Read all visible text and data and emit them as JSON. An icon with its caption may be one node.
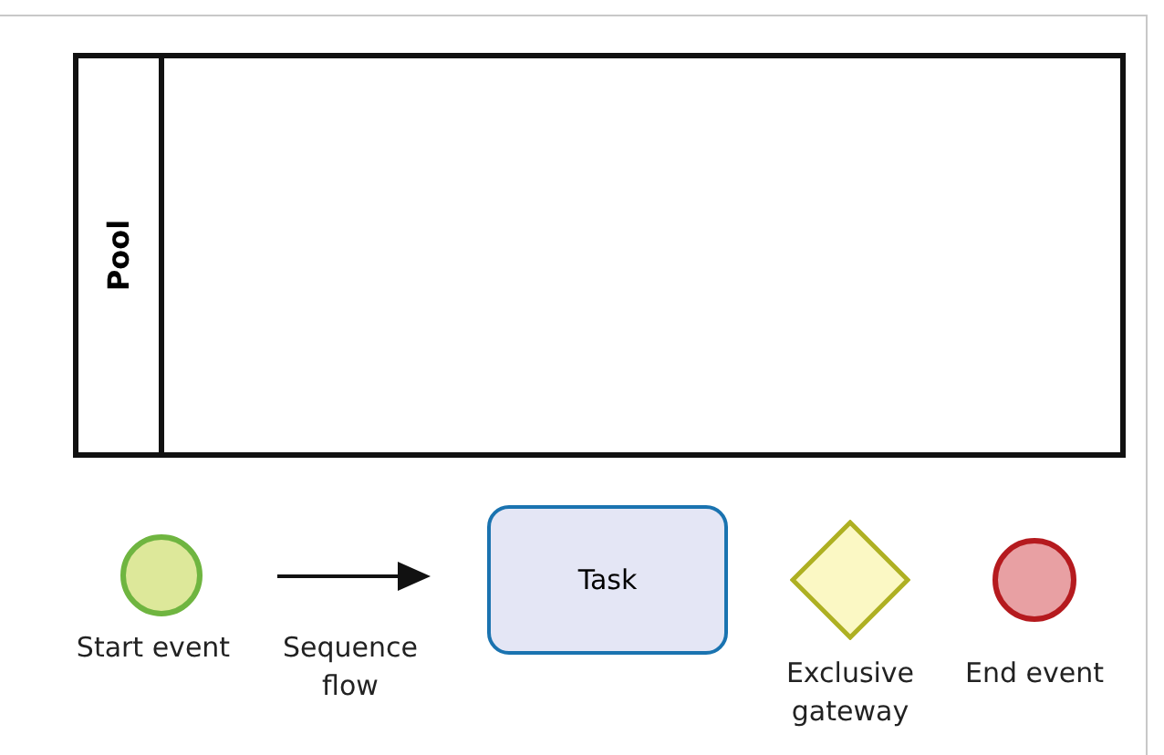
{
  "diagram": {
    "nodes": [
      {
        "text": [
          "Pool"
        ]
      },
      {
        "text": [],
        "shape": "circle",
        "beside": [
          "Start event"
        ]
      },
      {
        "text": [
          "Task"
        ]
      },
      {
        "text": [],
        "shape": "diamond",
        "beside": [
          "Exclusive gateway"
        ]
      },
      {
        "text": [],
        "shape": "circle",
        "beside": [
          "End event"
        ]
      }
    ],
    "legend": [
      {
        "text": "Sequence flow"
      }
    ]
  }
}
